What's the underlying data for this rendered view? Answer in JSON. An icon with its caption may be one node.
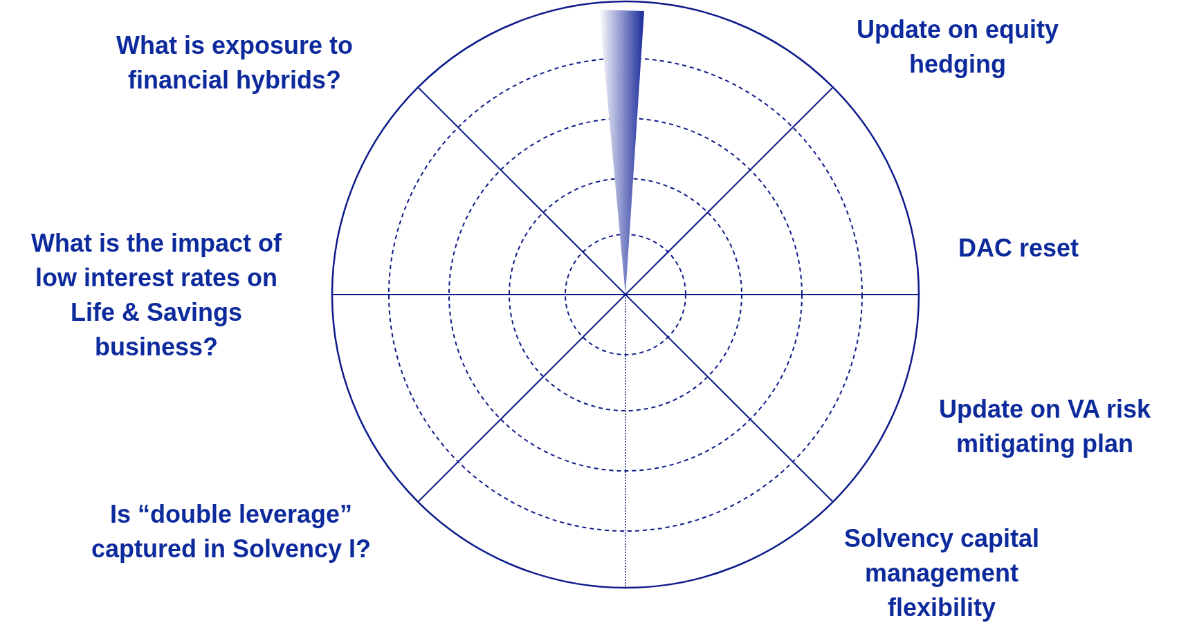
{
  "diagram": {
    "labels": [
      "What is exposure to financial hybrids?",
      "Update on equity hedging",
      "DAC reset",
      "What is the impact of low interest rates on Life & Savings business?",
      "Update on VA risk mitigating plan",
      "Is “double leverage” captured in Solvency I?",
      "Solvency capital management flexibility"
    ]
  }
}
